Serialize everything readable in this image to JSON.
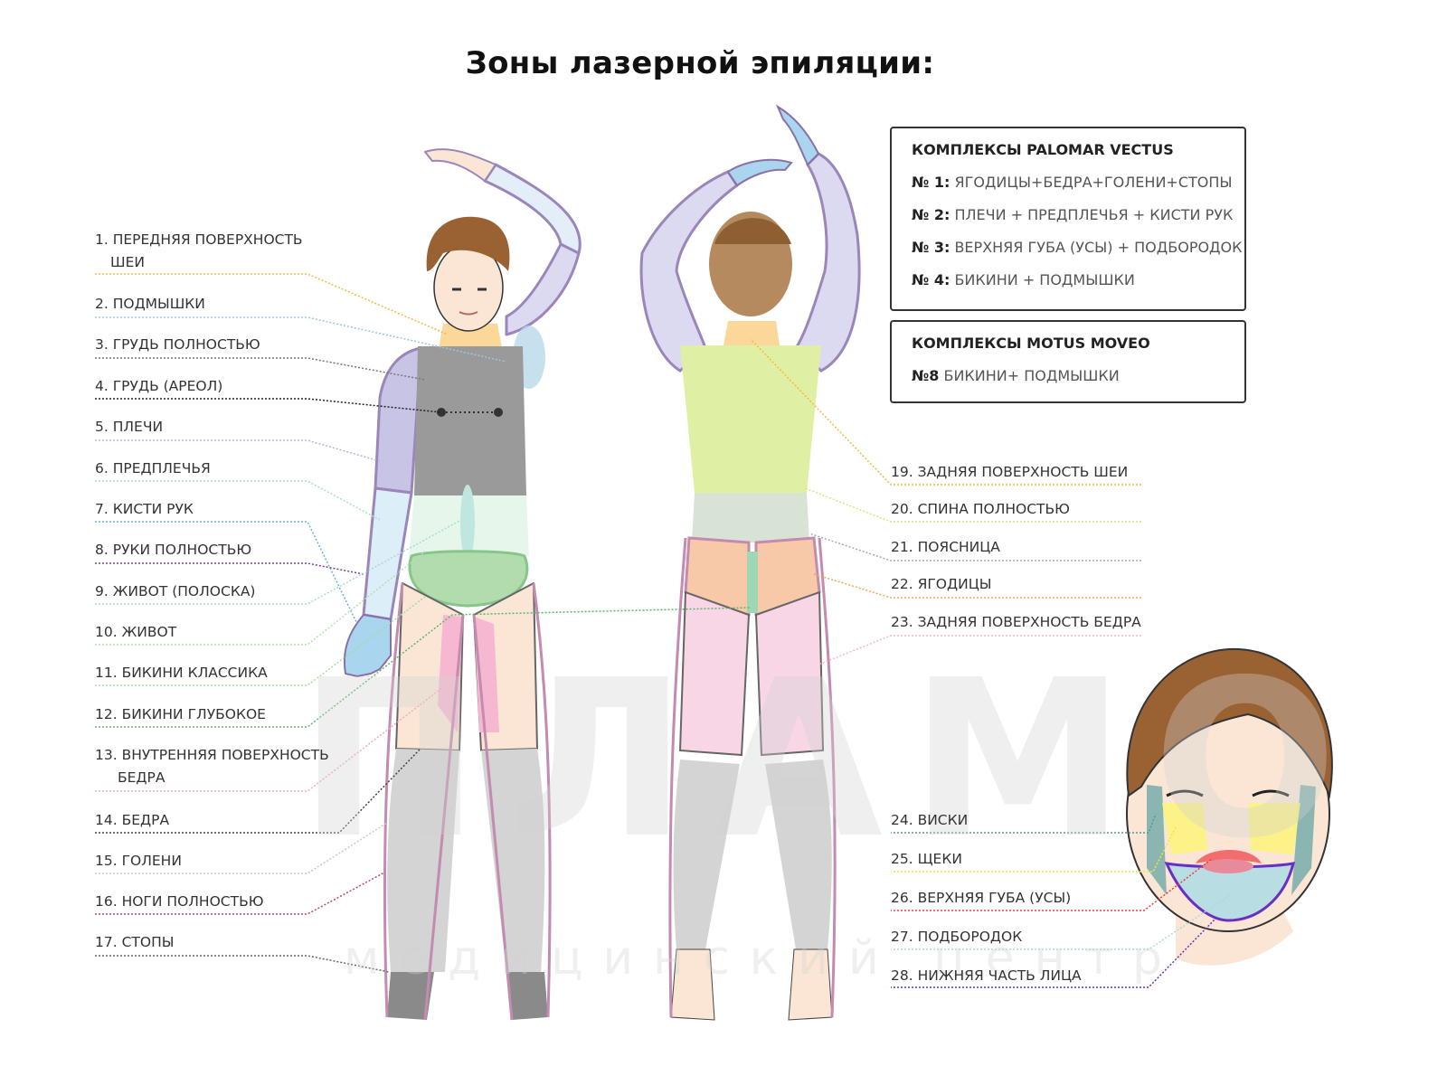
{
  "title": "Зоны лазерной эпиляции:",
  "watermark": {
    "brand": "ПЛАМО",
    "subtitle": "медицинский центр"
  },
  "left_labels": [
    {
      "lines": [
        "1. ПЕРЕДНЯЯ ПОВЕРХНОСТЬ",
        "ШЕИ"
      ],
      "color": "#f5b942"
    },
    {
      "lines": [
        "2. ПОДМЫШКИ"
      ],
      "color": "#9fc6e0"
    },
    {
      "lines": [
        "3. ГРУДЬ ПОЛНОСТЬЮ"
      ],
      "color": "#777777"
    },
    {
      "lines": [
        "4. ГРУДЬ (АРЕОЛ)"
      ],
      "color": "#222222"
    },
    {
      "lines": [
        "5. ПЛЕЧИ"
      ],
      "color": "#b9b3dc"
    },
    {
      "lines": [
        "6. ПРЕДПЛЕЧЬЯ"
      ],
      "color": "#a8dcd8"
    },
    {
      "lines": [
        "7. КИСТИ РУК"
      ],
      "color": "#6ab4e0"
    },
    {
      "lines": [
        "8. РУКИ ПОЛНОСТЬЮ"
      ],
      "color": "#7b3f8f"
    },
    {
      "lines": [
        "9. ЖИВОТ (ПОЛОСКА)"
      ],
      "color": "#a8dcd8"
    },
    {
      "lines": [
        "10. ЖИВОТ"
      ],
      "color": "#b5e0b5"
    },
    {
      "lines": [
        "11. БИКИНИ КЛАССИКА"
      ],
      "color": "#a6dca0"
    },
    {
      "lines": [
        "12. БИКИНИ ГЛУБОКОЕ"
      ],
      "color": "#5fb56b"
    },
    {
      "lines": [
        "13. ВНУТРЕННЯЯ ПОВЕРХНОСТЬ",
        "БЕДРА"
      ],
      "color": "#f2a9c6"
    },
    {
      "lines": [
        "14. БЕДРА"
      ],
      "color": "#444444"
    },
    {
      "lines": [
        "15. ГОЛЕНИ"
      ],
      "color": "#c8c8c8"
    },
    {
      "lines": [
        "16. НОГИ ПОЛНОСТЬЮ"
      ],
      "color": "#b9477e"
    },
    {
      "lines": [
        "17. СТОПЫ"
      ],
      "color": "#666666"
    }
  ],
  "right_labels": [
    {
      "text": "19. ЗАДНЯЯ ПОВЕРХНОСТЬ ШЕИ",
      "color": "#f5b942"
    },
    {
      "text": "20. СПИНА ПОЛНОСТЬЮ",
      "color": "#d6e67a"
    },
    {
      "text": "21. ПОЯСНИЦА",
      "color": "#9bb59b"
    },
    {
      "text": "22. ЯГОДИЦЫ",
      "color": "#f2a65a"
    },
    {
      "text": "23. ЗАДНЯЯ ПОВЕРХНОСТЬ БЕДРА",
      "color": "#f2b8d2"
    },
    {
      "text": "24. ВИСКИ",
      "color": "#4f9a9a"
    },
    {
      "text": "25. ЩЕКИ",
      "color": "#f0e640"
    },
    {
      "text": "26. ВЕРХНЯЯ ГУБА (УСЫ)",
      "color": "#f03c3c"
    },
    {
      "text": "27. ПОДБОРОДОК",
      "color": "#a8dcd8"
    },
    {
      "text": "28. НИЖНЯЯ ЧАСТЬ ЛИЦА",
      "color": "#6a2fc2"
    }
  ],
  "palomar": {
    "heading": "КОМПЛЕКСЫ PALOMAR VECTUS",
    "items": [
      {
        "num": "№ 1:",
        "text": "ЯГОДИЦЫ+БЕДРА+ГОЛЕНИ+СТОПЫ"
      },
      {
        "num": "№ 2:",
        "text": "ПЛЕЧИ + ПРЕДПЛЕЧЬЯ + КИСТИ РУК"
      },
      {
        "num": "№ 3:",
        "text": "ВЕРХНЯЯ ГУБА (УСЫ) + ПОДБОРОДОК"
      },
      {
        "num": "№ 4:",
        "text": "БИКИНИ + ПОДМЫШКИ"
      }
    ]
  },
  "motus": {
    "heading": "КОМПЛЕКСЫ MOTUS MOVEO",
    "items": [
      {
        "num": "№8",
        "text": "БИКИНИ+ ПОДМЫШКИ"
      }
    ]
  }
}
